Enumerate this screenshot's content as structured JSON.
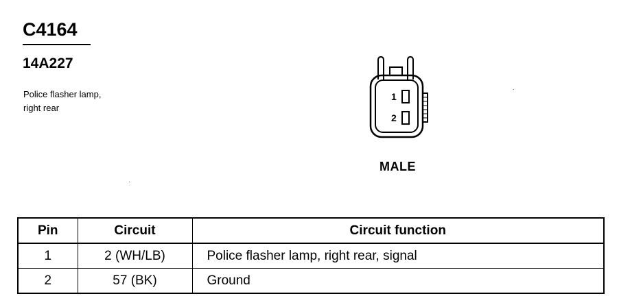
{
  "connector": {
    "id": "C4164",
    "part_number": "14A227",
    "description_lines": [
      "Police flasher lamp,",
      "right rear"
    ],
    "gender": "MALE",
    "cavity_labels": [
      "1",
      "2"
    ]
  },
  "table": {
    "headers": {
      "pin": "Pin",
      "circuit": "Circuit",
      "function": "Circuit function"
    },
    "rows": [
      {
        "pin": "1",
        "circuit": "2 (WH/LB)",
        "function": "Police flasher lamp, right rear, signal"
      },
      {
        "pin": "2",
        "circuit": "57 (BK)",
        "function": "Ground"
      }
    ]
  }
}
